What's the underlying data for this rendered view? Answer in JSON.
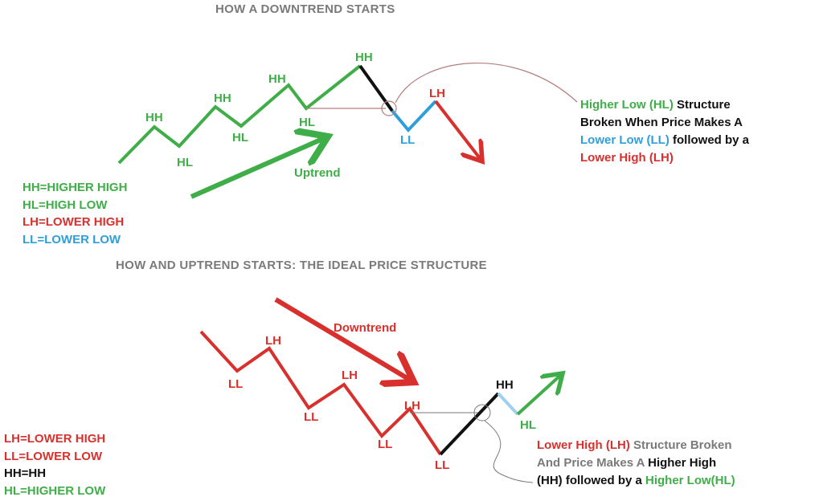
{
  "colors": {
    "green": "#3fae49",
    "red": "#d8312d",
    "blue": "#2f9fdc",
    "lightblue": "#9fd0ee",
    "black": "#111111",
    "gray": "#7a7a7a"
  },
  "top": {
    "title": "HOW A DOWNTREND STARTS",
    "labels": {
      "hh1": "HH",
      "hh2": "HH",
      "hh3": "HH",
      "hh4": "HH",
      "hl1": "HL",
      "hl2": "HL",
      "hl3": "HL",
      "ll": "LL",
      "lh": "LH"
    },
    "trend_label": "Uptrend",
    "legend": [
      "HH=HIGHER HIGH",
      "HL=HIGH LOW",
      "LH=LOWER HIGH",
      "LL=LOWER LOW"
    ],
    "note": {
      "l1a": "Higher Low (HL)",
      "l1b": " Structure",
      "l2": "Broken When Price Makes A",
      "l3a": "Lower Low (LL)",
      "l3b": " followed by a",
      "l4": "Lower High (LH)"
    }
  },
  "bottom": {
    "title": "HOW AND UPTREND STARTS: THE IDEAL PRICE STRUCTURE",
    "labels": {
      "ll1": "LL",
      "ll2": "LL",
      "ll3": "LL",
      "ll4": "LL",
      "lh1": "LH",
      "lh2": "LH",
      "lh3": "LH",
      "hh": "HH",
      "hl": "HL"
    },
    "trend_label": "Downtrend",
    "legend": [
      "LH=LOWER HIGH",
      "LL=LOWER LOW",
      "HH=HH",
      "HL=HIGHER LOW"
    ],
    "note": {
      "l1a": "Lower High (LH)",
      "l1b": " Structure Broken",
      "l2a": "And Price Makes A ",
      "l2b": "Higher High",
      "l3a": "(HH) followed by a ",
      "l3b": "Higher Low(HL)"
    }
  }
}
